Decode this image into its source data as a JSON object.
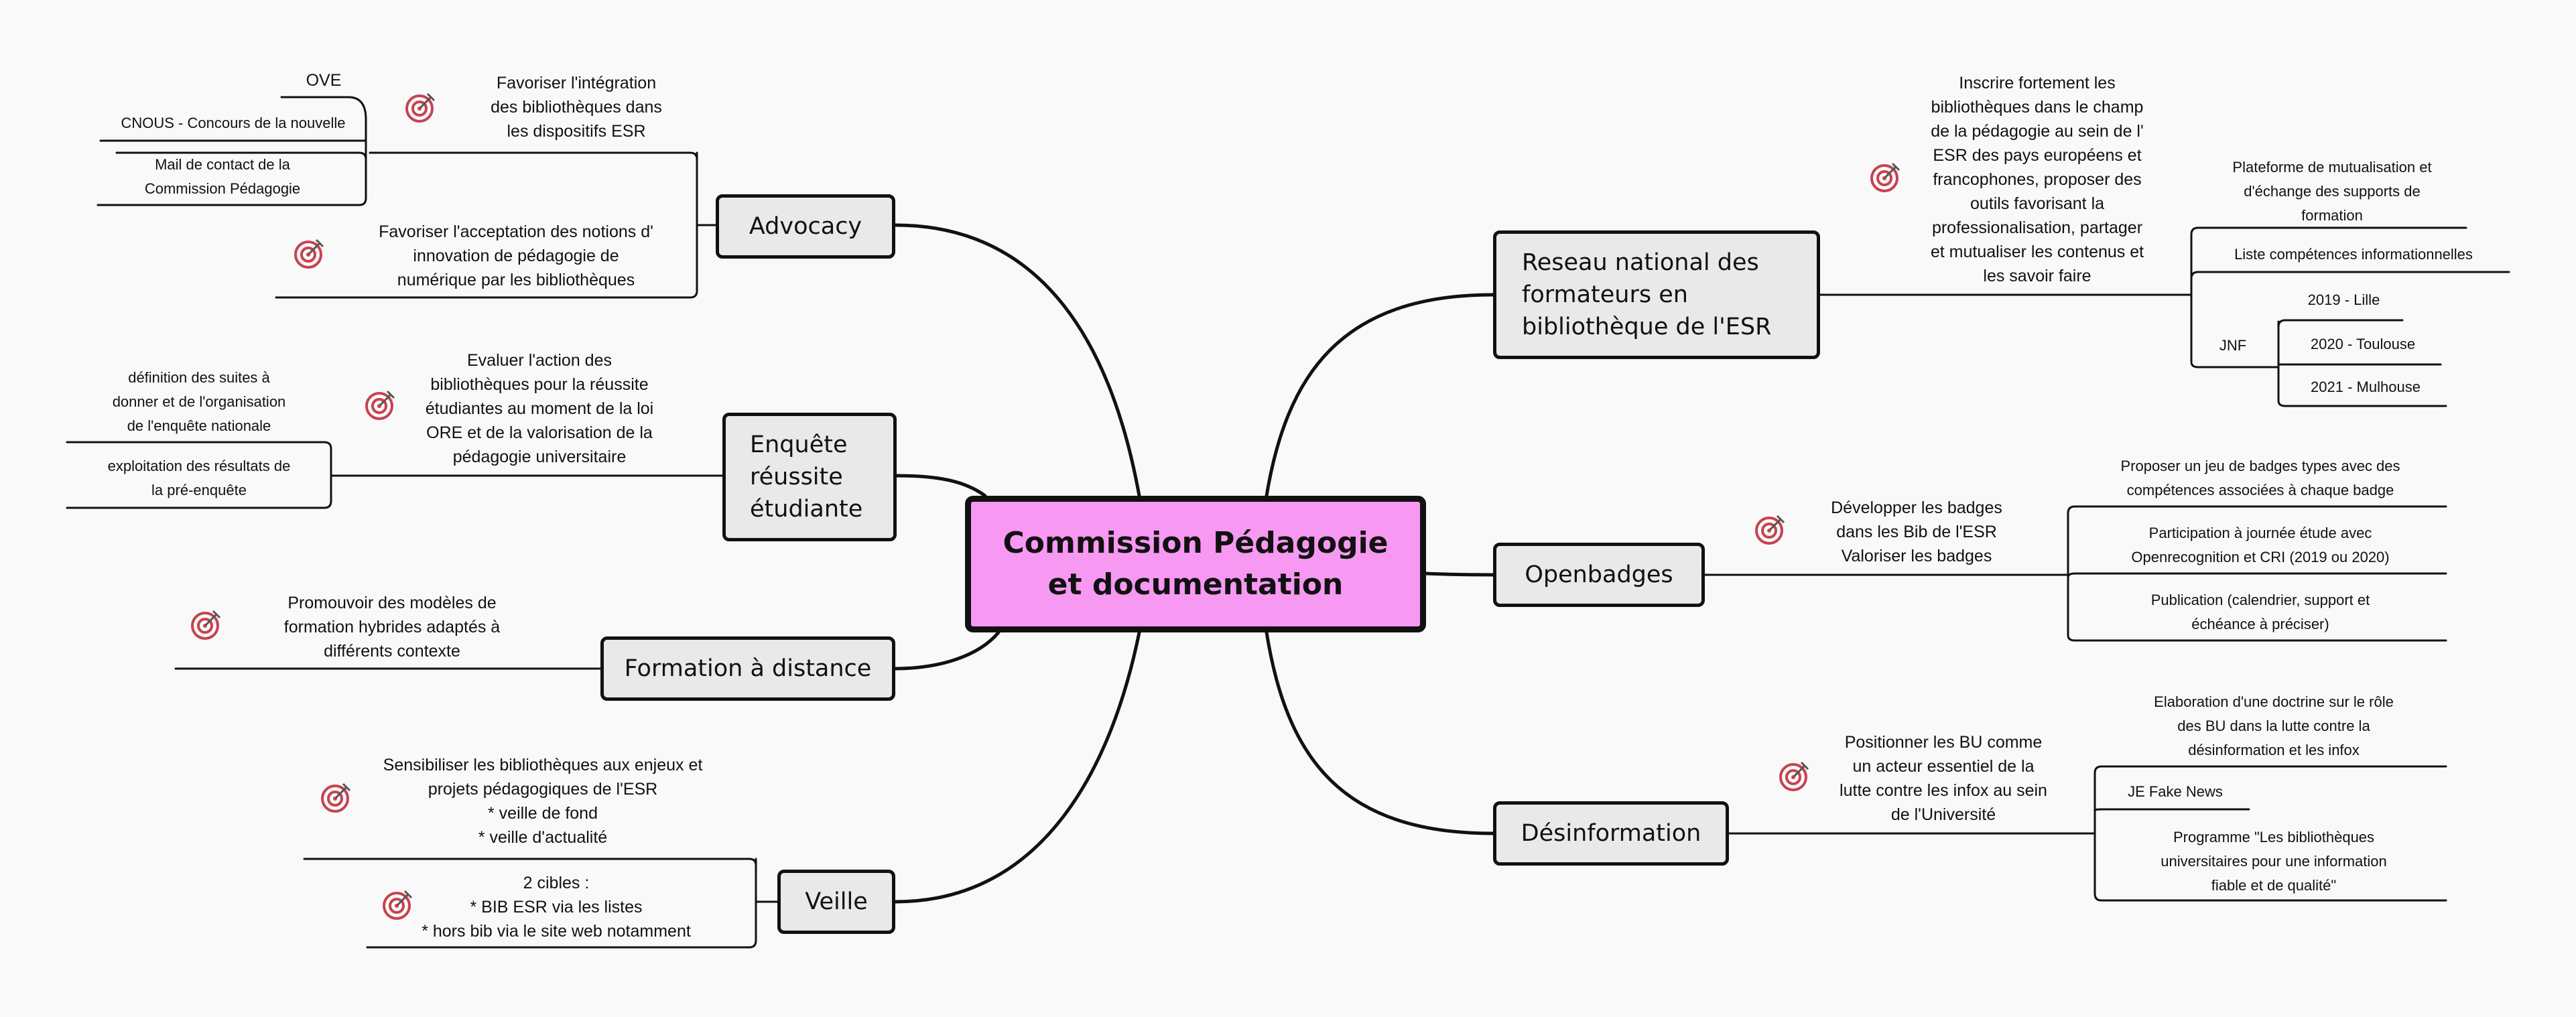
{
  "colors": {
    "central_fill": "#f798f3",
    "topic_fill": "#e9e9e9",
    "line": "#111111",
    "target_red": "#c8424f",
    "background": "#f9f9f9"
  },
  "central": {
    "title": "Commission Pédagogie\net documentation"
  },
  "icons": {
    "goal": "target-icon"
  },
  "left": {
    "advocacy": {
      "label": "Advocacy",
      "objective_1": "Favoriser l'intégration\ndes bibliothèques dans\nles dispositifs ESR",
      "objective_2": "Favoriser l'acceptation des notions d'\ninnovation de pédagogie de\nnumérique par les bibliothèques",
      "items": [
        "OVE",
        "CNOUS - Concours de la nouvelle",
        "Mail de contact de la\nCommission Pédagogie"
      ]
    },
    "enquete": {
      "label": "Enquête\nréussite\nétudiante",
      "objective": "Evaluer l'action des\nbibliothèques pour la réussite\nétudiantes au moment de la loi\nORE et de la valorisation de la\npédagogie universitaire",
      "items": [
        "définition des suites à\ndonner et de l'organisation\nde l'enquête nationale",
        "exploitation des résultats de\nla pré-enquête"
      ]
    },
    "formation": {
      "label": "Formation à distance",
      "objective": "Promouvoir des modèles de\nformation hybrides adaptés à\ndifférents contexte"
    },
    "veille": {
      "label": "Veille",
      "objective_1": "Sensibiliser les bibliothèques aux enjeux et\nprojets pédagogiques de l'ESR\n* veille de fond\n* veille d'actualité",
      "objective_2": "2 cibles :\n* BIB ESR  via les listes\n* hors bib via le site web notamment"
    }
  },
  "right": {
    "reseau": {
      "label": "Reseau national des\nformateurs en\nbibliothèque de l'ESR",
      "objective": "Inscrire fortement les\nbibliothèques dans le champ\nde la pédagogie au sein de l'\nESR des pays européens et\nfrancophones, proposer des\noutils favorisant la\nprofessionalisation, partager\net mutualiser les contenus et\nles savoir faire",
      "items": [
        "Plateforme de mutualisation et\nd'échange des supports de\nformation",
        "Liste compétences informationnelles"
      ],
      "jnf": {
        "label": "JNF",
        "items": [
          "2019 - Lille",
          "2020 - Toulouse",
          "2021 - Mulhouse"
        ]
      }
    },
    "openbadges": {
      "label": "Openbadges",
      "objective": "Développer les badges\ndans les Bib de l'ESR\nValoriser les badges",
      "items": [
        "Proposer un jeu de badges types avec des\ncompétences associées à chaque badge",
        "Participation à journée étude avec\nOpenrecognition et CRI (2019 ou 2020)",
        "Publication (calendrier, support et\néchéance à préciser)"
      ]
    },
    "desinformation": {
      "label": "Désinformation",
      "objective": "Positionner les BU comme\nun acteur essentiel de la\nlutte contre les infox au sein\nde l'Université",
      "items": [
        "Elaboration d'une doctrine sur le rôle\ndes BU dans la lutte contre la\ndésinformation et les infox",
        "JE Fake News",
        "Programme \"Les bibliothèques\nuniversitaires pour une information\nfiable et de qualité\""
      ]
    }
  }
}
